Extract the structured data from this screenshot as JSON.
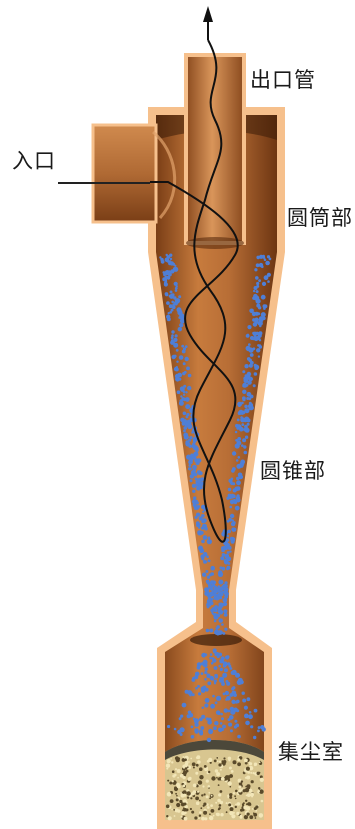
{
  "labels": {
    "inlet": "入口",
    "outlet_pipe": "出口管",
    "cylinder_section": "圆筒部",
    "cone_section": "圆锥部",
    "dust_chamber": "集尘室"
  },
  "colors": {
    "casing": "#f6c08c",
    "body_mid": "#b86e36",
    "body_dark": "#7a3e16",
    "body_light": "#d79a5e",
    "dust_particles": "#4f7fd6",
    "collected_dust": "#d8c690",
    "flow_line": "#111111"
  }
}
